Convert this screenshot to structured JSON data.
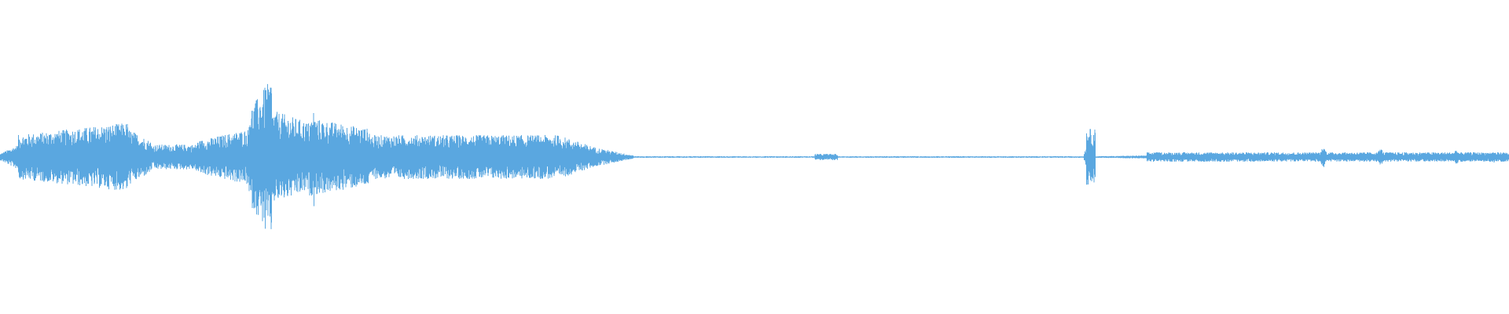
{
  "waveform": {
    "color": "#5aa7e0",
    "background": "#ffffff",
    "amplitude_range": [
      -1,
      1
    ],
    "segments": [
      {
        "start": 0.0,
        "end": 0.012,
        "envelope_start": 0.02,
        "envelope_end": 0.08
      },
      {
        "start": 0.012,
        "end": 0.085,
        "envelope_start": 0.14,
        "envelope_end": 0.22
      },
      {
        "start": 0.085,
        "end": 0.1,
        "envelope_start": 0.18,
        "envelope_end": 0.1
      },
      {
        "start": 0.1,
        "end": 0.13,
        "envelope_start": 0.08,
        "envelope_end": 0.08
      },
      {
        "start": 0.13,
        "end": 0.165,
        "envelope_start": 0.1,
        "envelope_end": 0.18
      },
      {
        "start": 0.165,
        "end": 0.18,
        "envelope_start": 0.3,
        "envelope_end": 0.5
      },
      {
        "start": 0.18,
        "end": 0.205,
        "envelope_start": 0.3,
        "envelope_end": 0.22
      },
      {
        "start": 0.205,
        "end": 0.245,
        "envelope_start": 0.25,
        "envelope_end": 0.18
      },
      {
        "start": 0.245,
        "end": 0.3,
        "envelope_start": 0.14,
        "envelope_end": 0.14
      },
      {
        "start": 0.3,
        "end": 0.37,
        "envelope_start": 0.14,
        "envelope_end": 0.14
      },
      {
        "start": 0.37,
        "end": 0.395,
        "envelope_start": 0.14,
        "envelope_end": 0.06
      },
      {
        "start": 0.395,
        "end": 0.42,
        "envelope_start": 0.06,
        "envelope_end": 0.01
      },
      {
        "start": 0.42,
        "end": 0.54,
        "envelope_start": 0.005,
        "envelope_end": 0.005
      },
      {
        "start": 0.54,
        "end": 0.555,
        "envelope_start": 0.02,
        "envelope_end": 0.02
      },
      {
        "start": 0.555,
        "end": 0.72,
        "envelope_start": 0.005,
        "envelope_end": 0.005
      },
      {
        "start": 0.72,
        "end": 0.726,
        "envelope_start": 0.18,
        "envelope_end": 0.18
      },
      {
        "start": 0.726,
        "end": 0.76,
        "envelope_start": 0.005,
        "envelope_end": 0.01
      },
      {
        "start": 0.76,
        "end": 1.0,
        "envelope_start": 0.03,
        "envelope_end": 0.03
      }
    ],
    "peaks": [
      {
        "position": 0.176,
        "amplitude": 0.52
      },
      {
        "position": 0.179,
        "amplitude": 0.48
      },
      {
        "position": 0.208,
        "amplitude": 0.32
      },
      {
        "position": 0.722,
        "amplitude": 0.18
      },
      {
        "position": 0.877,
        "amplitude": 0.07
      },
      {
        "position": 0.915,
        "amplitude": 0.06
      },
      {
        "position": 0.965,
        "amplitude": 0.05
      },
      {
        "position": 0.99,
        "amplitude": 0.04
      }
    ]
  }
}
